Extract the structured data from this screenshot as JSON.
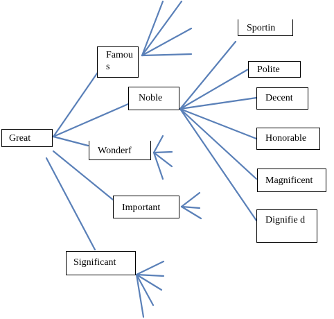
{
  "nodes": {
    "great": "Great",
    "famous": "Famou s",
    "noble": "Noble",
    "wonderful": "Wonderf",
    "important": "Important",
    "significant": "Significant",
    "sporting": "Sportin",
    "polite": "Polite",
    "decent": "Decent",
    "honorable": "Honorable",
    "magnificent": "Magnificent",
    "dignified": "Dignifie d"
  }
}
